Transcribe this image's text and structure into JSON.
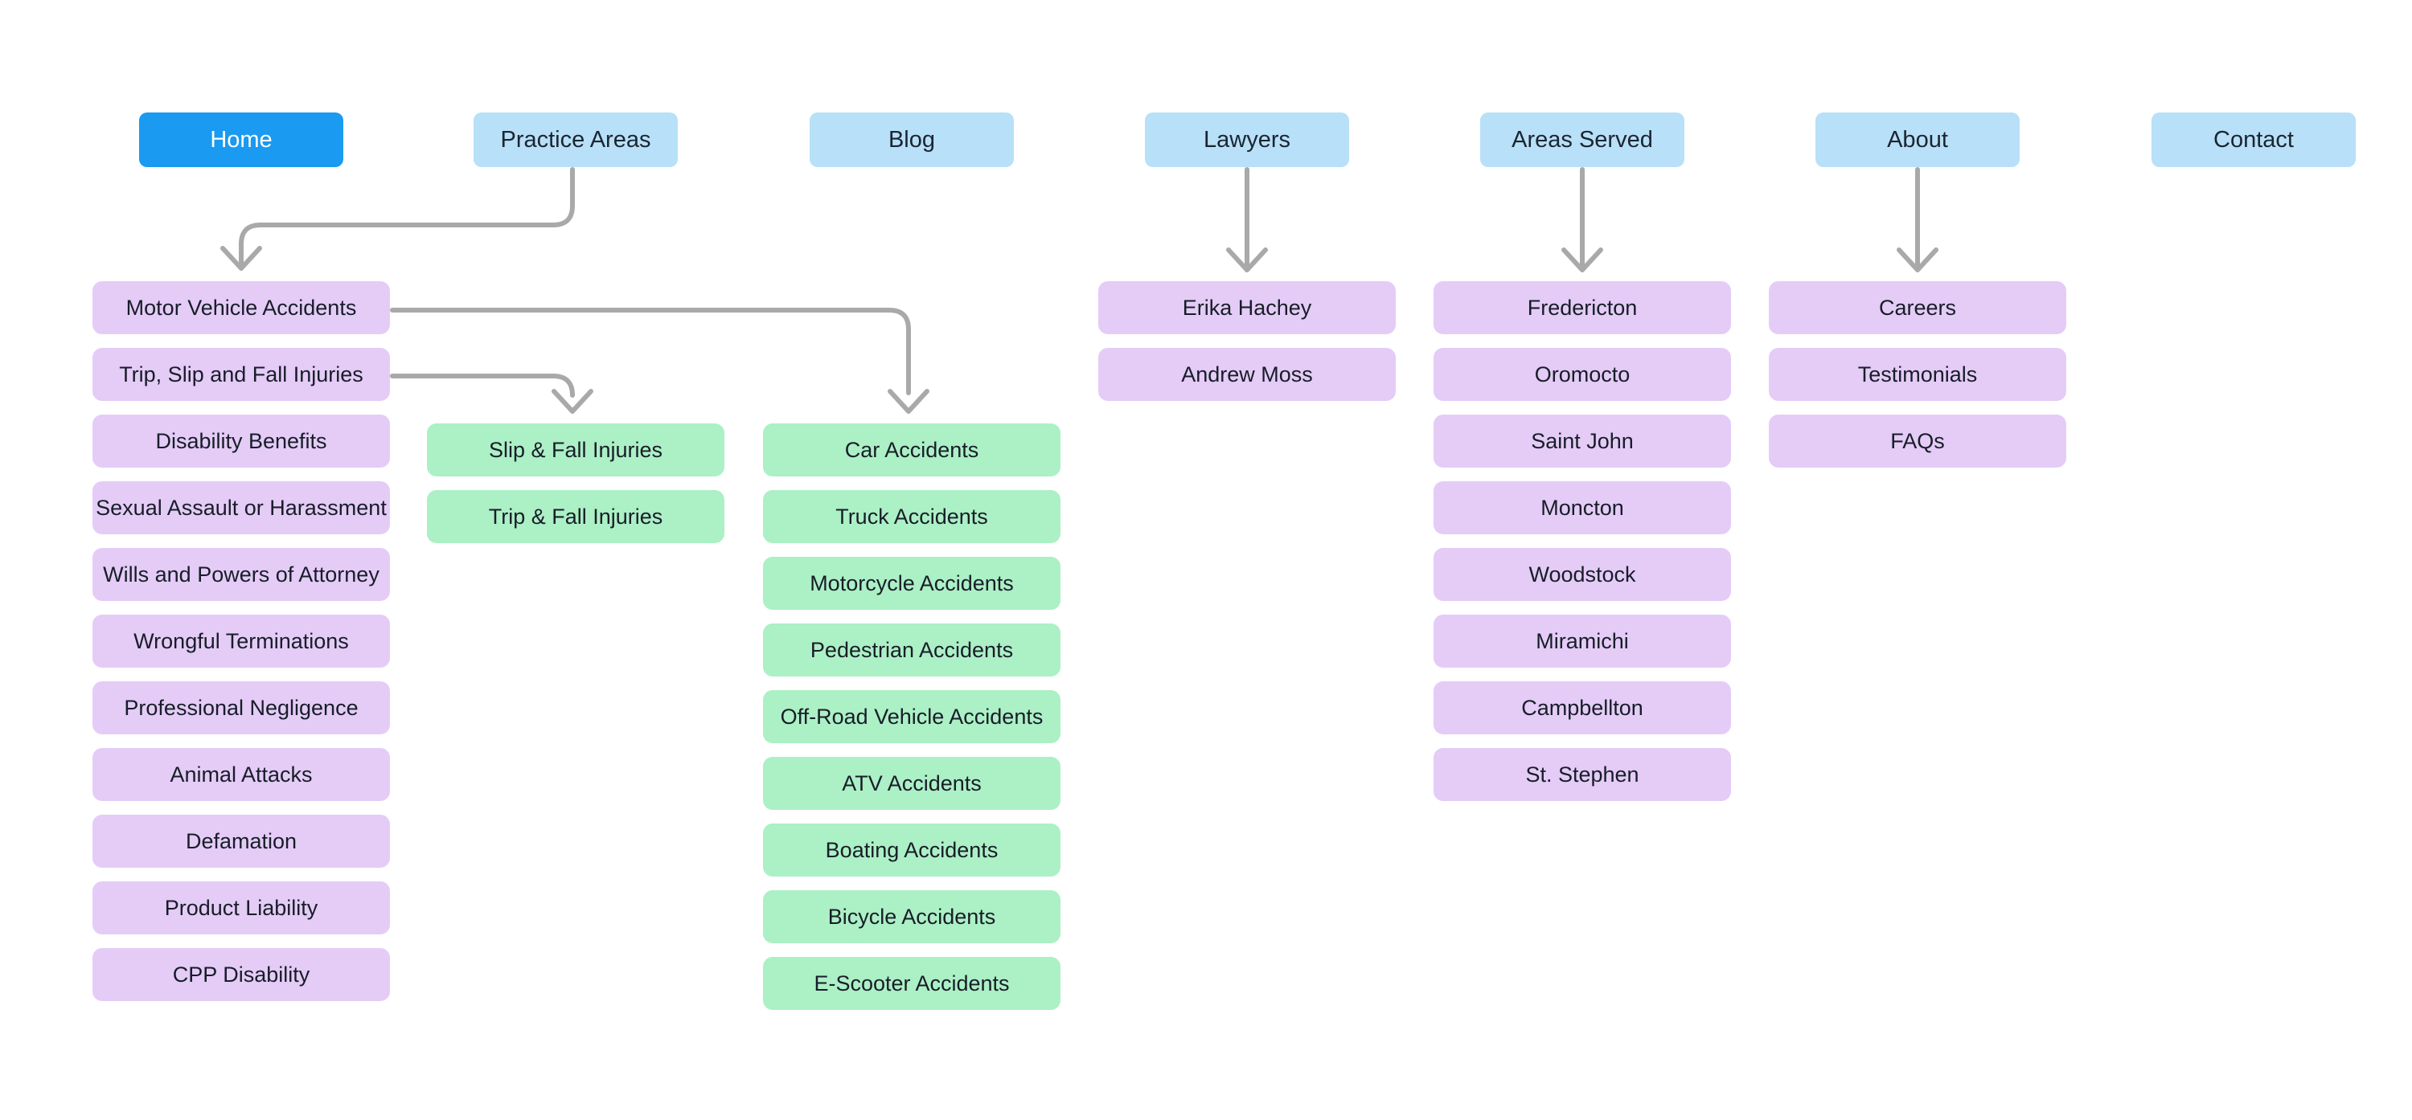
{
  "colors": {
    "active_blue": "#1a9af0",
    "light_blue": "#b8e0f8",
    "purple": "#e4ccf7",
    "green": "#acf0c6",
    "arrow_gray": "#a9a9a9",
    "nav_text": "#1b2531",
    "node_text": "#181d28",
    "active_text": "#ffffff",
    "background": "#ffffff"
  },
  "nav": [
    {
      "label": "Home",
      "active": true
    },
    {
      "label": "Practice Areas",
      "active": false
    },
    {
      "label": "Blog",
      "active": false
    },
    {
      "label": "Lawyers",
      "active": false
    },
    {
      "label": "Areas Served",
      "active": false
    },
    {
      "label": "About",
      "active": false
    },
    {
      "label": "Contact",
      "active": false
    }
  ],
  "columns": {
    "practice_areas": [
      "Motor Vehicle Accidents",
      "Trip, Slip and Fall Injuries",
      "Disability Benefits",
      "Sexual Assault or Harassment",
      "Wills and Powers of Attorney",
      "Wrongful Terminations",
      "Professional Negligence",
      "Animal Attacks",
      "Defamation",
      "Product Liability",
      "CPP Disability"
    ],
    "fall_injuries": [
      "Slip & Fall Injuries",
      "Trip & Fall Injuries"
    ],
    "motor_vehicle_accidents": [
      "Car Accidents",
      "Truck Accidents",
      "Motorcycle Accidents",
      "Pedestrian Accidents",
      "Off-Road Vehicle Accidents",
      "ATV Accidents",
      "Boating Accidents",
      "Bicycle Accidents",
      "E-Scooter Accidents"
    ],
    "lawyers": [
      "Erika Hachey",
      "Andrew Moss"
    ],
    "areas_served": [
      "Fredericton",
      "Oromocto",
      "Saint John",
      "Moncton",
      "Woodstock",
      "Miramichi",
      "Campbellton",
      "St. Stephen"
    ],
    "about": [
      "Careers",
      "Testimonials",
      "FAQs"
    ]
  }
}
